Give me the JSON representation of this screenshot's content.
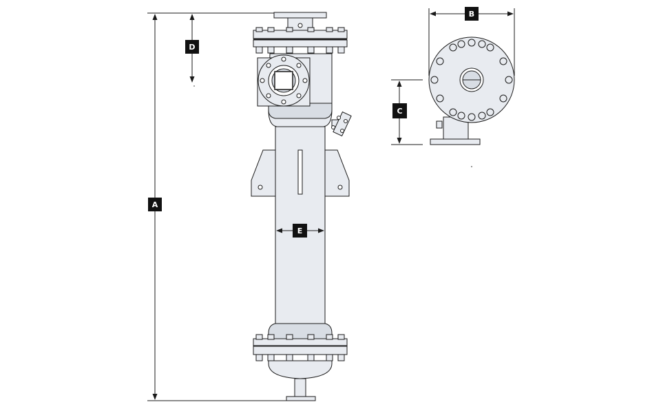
{
  "dimension_labels": {
    "a": "A",
    "b": "B",
    "c": "C",
    "d": "D",
    "e": "E"
  },
  "colors": {
    "line": "#1a1a1a",
    "body_fill": "#e8ebf0",
    "body_fill_dark": "#d8dde4",
    "label_bg": "#111111",
    "label_text": "#ffffff",
    "background": "#ffffff"
  }
}
